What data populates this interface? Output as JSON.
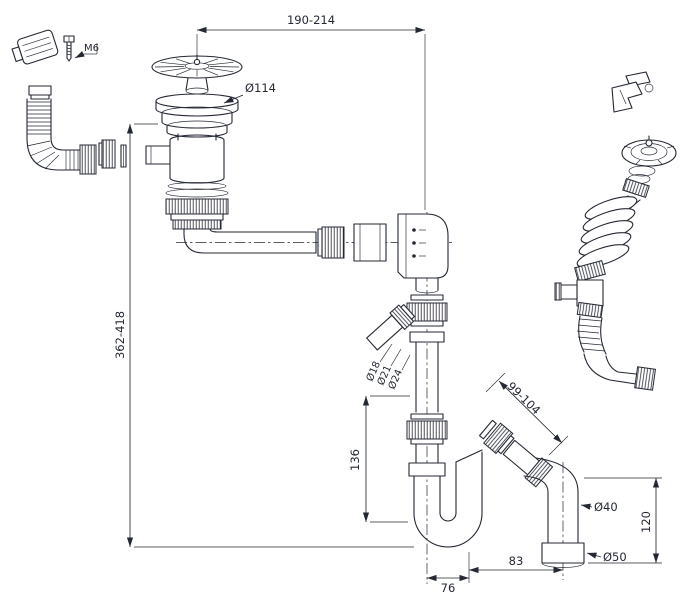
{
  "colors": {
    "line": "#242833",
    "background": "#ffffff"
  },
  "dims": {
    "top_width": "190-214",
    "strainer_dia": "Ø114",
    "screw": "M6",
    "overall_height": "362-418",
    "d18": "Ø18",
    "d21": "Ø21",
    "d24": "Ø24",
    "diag": "99-104",
    "trap_height": "136",
    "outlet_height": "120",
    "d40": "Ø40",
    "d50": "Ø50",
    "bottom_left": "76",
    "bottom_right": "83"
  }
}
